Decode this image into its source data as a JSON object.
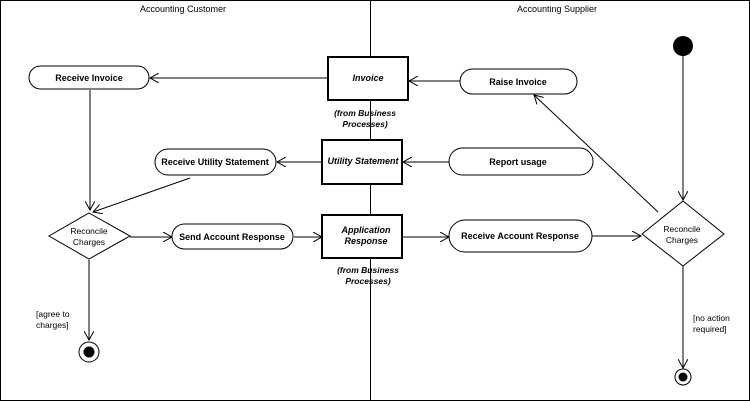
{
  "lanes": {
    "left": "Accounting Customer",
    "right": "Accounting Supplier"
  },
  "activities": {
    "receive_invoice": "Receive Invoice",
    "raise_invoice": "Raise Invoice",
    "receive_utility_statement": "Receive Utility Statement",
    "report_usage": "Report usage",
    "send_account_response": "Send Account Response",
    "receive_account_response": "Receive Account Response"
  },
  "objects": {
    "invoice": "Invoice",
    "utility_statement": "Utility Statement",
    "application_response_1": "Application",
    "application_response_2": "Response"
  },
  "notes": {
    "from_bp_1_line1": "(from Business",
    "from_bp_1_line2": "Processes)",
    "from_bp_2_line1": "(from Business",
    "from_bp_2_line2": "Processes)"
  },
  "decisions": {
    "left_line1": "Reconcile",
    "left_line2": "Charges",
    "right_line1": "Reconcile",
    "right_line2": "Charges"
  },
  "guards": {
    "agree_line1": "[agree to",
    "agree_line2": "charges]",
    "no_action_line1": "[no action",
    "no_action_line2": "required]"
  }
}
